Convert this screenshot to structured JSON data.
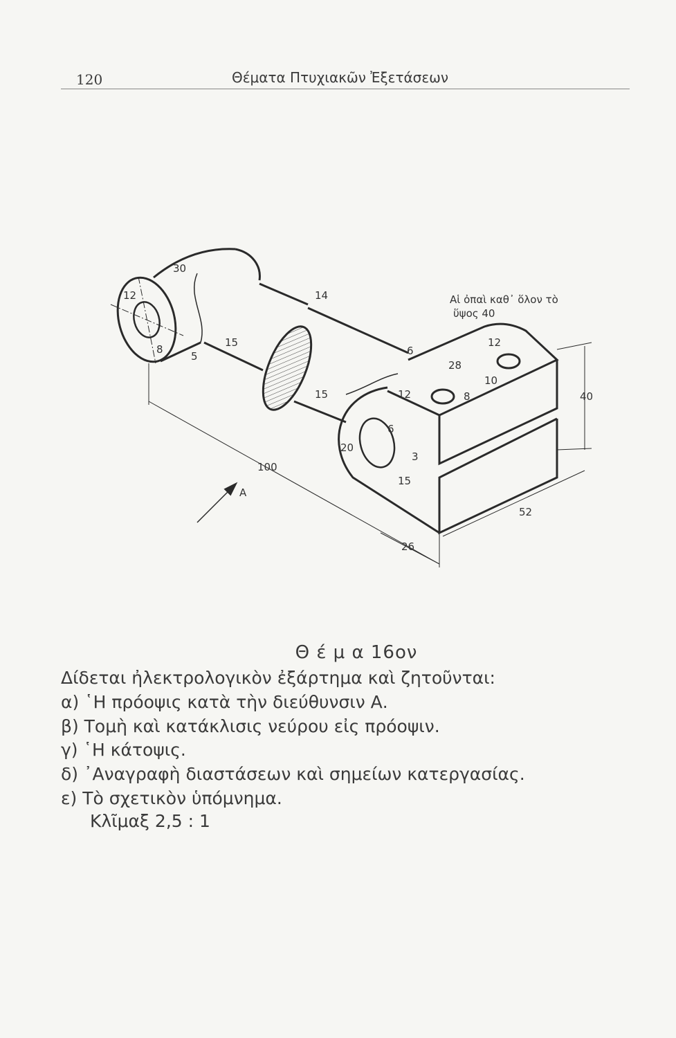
{
  "header": {
    "page_number": "120",
    "running_title": "Θέματα Πτυχιακῶν Ἐξετάσεων"
  },
  "drawing": {
    "note_line1": "Αἱ ὀπαὶ καθ᾽ ὅλον τὸ",
    "note_line2": "ὕψος 40",
    "direction_label": "A",
    "dimensions": [
      "30",
      "12",
      "8",
      "5",
      "15",
      "14",
      "6",
      "15",
      "12",
      "28",
      "12",
      "10",
      "8",
      "20",
      "3",
      "15",
      "6",
      "100",
      "26",
      "52",
      "40"
    ]
  },
  "exercise": {
    "heading": "Θ έ μ α   16ον",
    "intro": "Δίδεται ἠλεκτρολογικὸν ἐξάρτημα καὶ ζητοῦνται:",
    "items": [
      "α) ῾Η πρόοψις κατὰ τὴν διεύθυνσιν Α.",
      "β)  Τομὴ καὶ κατάκλισις νεύρου εἰς πρόοψιν.",
      "γ) ῾Η κάτοψις.",
      "δ) ᾽Αναγραφὴ διαστάσεων καὶ σημείων κατεργασίας.",
      "ε)  Τὸ σχετικὸν ὑπόμνημα."
    ],
    "scale": "Κλῖμαξ 2,5 : 1"
  }
}
